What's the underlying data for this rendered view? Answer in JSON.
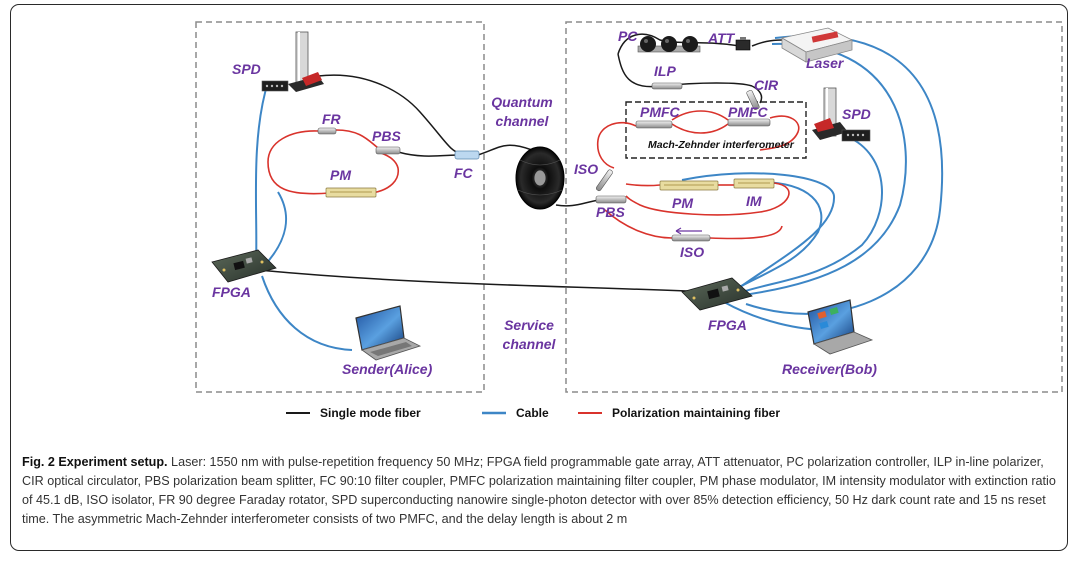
{
  "figure": {
    "caption_title": "Fig. 2 Experiment setup.",
    "caption_text": " Laser: 1550 nm with pulse-repetition frequency 50 MHz; FPGA field programmable gate array, ATT attenuator, PC polarization controller, ILP in-line polarizer, CIR optical circulator, PBS polarization beam splitter, FC 90:10 filter coupler, PMFC polarization maintaining filter coupler, PM phase modulator, IM intensity modulator with extinction ratio of 45.1 dB, ISO isolator, FR 90 degree Faraday rotator, SPD superconducting nanowire single-photon detector with over 85% detection efficiency, 50 Hz dark count rate and 15 ns reset time. The asymmetric Mach-Zehnder interferometer consists of two PMFC, and the delay length is about 2 m"
  },
  "sender": {
    "spd": "SPD",
    "fr": "FR",
    "pbs": "PBS",
    "pm": "PM",
    "fc": "FC",
    "fpga": "FPGA",
    "computer": "Sender(Alice)"
  },
  "channels": {
    "quantum_line1": "Quantum",
    "quantum_line2": "channel",
    "service_line1": "Service",
    "service_line2": "channel"
  },
  "receiver": {
    "pc": "PC",
    "att": "ATT",
    "laser": "Laser",
    "ilp": "ILP",
    "cir": "CIR",
    "pmfc1": "PMFC",
    "pmfc2": "PMFC",
    "spd": "SPD",
    "mzi": "Mach-Zehnder interferometer",
    "iso_upper": "ISO",
    "pbs": "PBS",
    "pm": "PM",
    "im": "IM",
    "iso_lower": "ISO",
    "fpga": "FPGA",
    "computer": "Receiver(Bob)"
  },
  "legend": [
    {
      "label": "Single mode fiber",
      "color": "#1a1a1a"
    },
    {
      "label": "Cable",
      "color": "#3d86c6"
    },
    {
      "label": "Polarization maintaining fiber",
      "color": "#d9332c"
    }
  ],
  "colors": {
    "label_purple": "#6a35a0",
    "single_mode_fiber": "#1a1a1a",
    "cable": "#3d86c6",
    "pm_fiber": "#d9332c"
  }
}
